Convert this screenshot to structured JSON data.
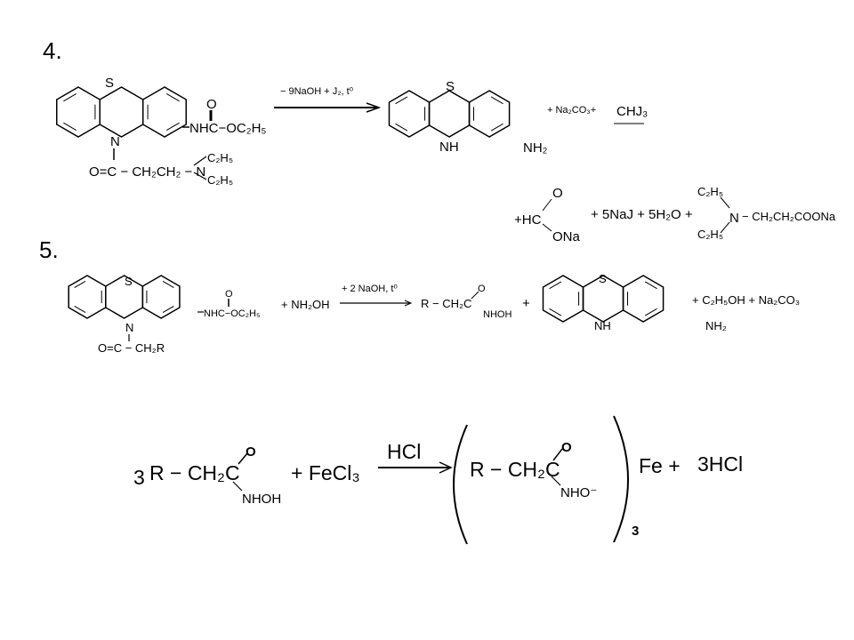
{
  "reaction4": {
    "number": "4.",
    "reactant": {
      "S": "S",
      "N": "N",
      "carbamate": "NHC−OC₂H₅",
      "carbonyl_O": "O",
      "side_chain": "O=C − CH₂CH₂ − N",
      "ethyl_top": "C₂H₅",
      "ethyl_bottom": "C₂H₅"
    },
    "arrow_label": "− 9NaOH + J₂, t⁰",
    "product": {
      "S": "S",
      "NH": "NH",
      "NH2": "NH₂"
    },
    "byproducts_line1": "+  Na₂CO₃+",
    "iodoform": "CHJ₃",
    "formate": {
      "plus": "+HC",
      "O": "O",
      "ONa": "ONa"
    },
    "byproducts_line2": "+  5NaJ + 5H₂O +",
    "amine_salt": {
      "ethyl_top": "C₂H₅",
      "ethyl_bottom": "C₂H₅",
      "N": "N",
      "chain": "− CH₂CH₂COONa"
    }
  },
  "reaction5": {
    "number": "5.",
    "reactant": {
      "S": "S",
      "N": "N",
      "carbamate": "NHC−OC₂H₅",
      "carbonyl_O": "O",
      "side_chain": "O=C − CH₂R"
    },
    "reagent": "+  NH₂OH",
    "arrow_label": "+ 2 NaOH, t⁰",
    "hydroxamic": {
      "chain": "R − CH₂C",
      "O": "O",
      "NHOH": "NHOH"
    },
    "plus": "+",
    "product": {
      "S": "S",
      "NH": "NH",
      "NH2": "NH₂"
    },
    "byproducts": "+ C₂H₅OH + Na₂CO₃"
  },
  "reaction_fe": {
    "coefficient": "3",
    "chain": "R − CH₂C",
    "O": "O",
    "NHOH": "NHOH",
    "reagent": "+ FeCl₃",
    "arrow_label": "HCl",
    "complex": {
      "chain": "R − CH₂C",
      "O": "O",
      "NHO": "NHO⁻",
      "subscript": "3"
    },
    "product": "Fe +",
    "hcl": "3HCl"
  }
}
